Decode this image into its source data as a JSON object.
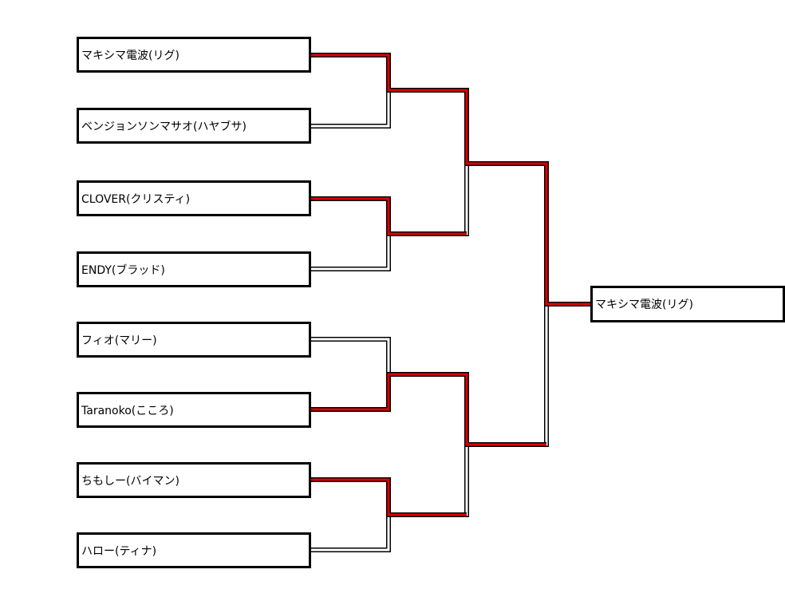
{
  "entrants": [
    "マキシマ電波(リグ)",
    "ベンジョンソンマサオ(ハヤブサ)",
    "CLOVER(クリスティ)",
    "ENDY(ブラッド)",
    "フィオ(マリー)",
    "Taranoko(こころ)",
    "ちもしー(バイマン)",
    "ハロー(ティナ)"
  ],
  "champion": "マキシマ電波(リグ)",
  "colors": {
    "winner_line": "#e00000",
    "loser_line": "#ffffff",
    "outline": "#000000"
  }
}
